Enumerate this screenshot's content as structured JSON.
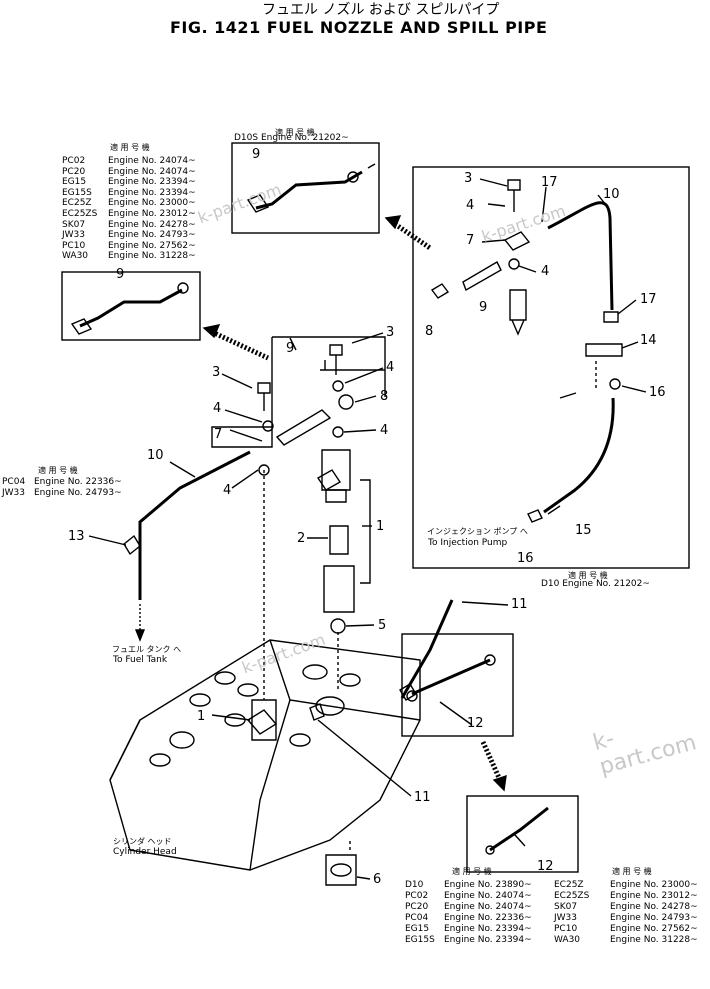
{
  "header": {
    "title_jp": "フュエル ノズル および スピルパイプ",
    "title": "FIG. 1421  FUEL NOZZLE AND SPILL PIPE"
  },
  "applicability_heading": "適 用 号 機",
  "top_center": {
    "engine": "D10S  Engine No. 21202~",
    "part": "9"
  },
  "left_list": [
    {
      "model": "PC02",
      "engine": "Engine No. 24074~"
    },
    {
      "model": "PC20",
      "engine": "Engine No. 24074~"
    },
    {
      "model": "EG15",
      "engine": "Engine No. 23394~"
    },
    {
      "model": "EG15S",
      "engine": "Engine No. 23394~"
    },
    {
      "model": "EC25Z",
      "engine": "Engine No. 23000~"
    },
    {
      "model": "EC25ZS",
      "engine": "Engine No. 23012~"
    },
    {
      "model": "SK07",
      "engine": "Engine No. 24278~"
    },
    {
      "model": "JW33",
      "engine": "Engine No. 24793~"
    },
    {
      "model": "PC10",
      "engine": "Engine No. 27562~"
    },
    {
      "model": "WA30",
      "engine": "Engine No. 31228~"
    }
  ],
  "mid_left": [
    {
      "model": "PC04",
      "engine": "Engine No. 22336~"
    },
    {
      "model": "JW33",
      "engine": "Engine No. 24793~"
    }
  ],
  "right_box_footer": "D10 Engine No. 21202~",
  "labels": {
    "fuel_tank_jp": "フュエル タンク へ",
    "fuel_tank": "To Fuel Tank",
    "inj_pump_jp": "インジェクション ポンプ へ",
    "inj_pump": "To Injection Pump",
    "cyl_head_jp": "シリンダ ヘッド",
    "cyl_head": "Cylinder Head"
  },
  "callouts": {
    "c1": "1",
    "c2": "2",
    "c3": "3",
    "c4": "4",
    "c5": "5",
    "c6": "6",
    "c7": "7",
    "c8": "8",
    "c9": "9",
    "c10": "10",
    "c11": "11",
    "c12": "12",
    "c13": "13",
    "c14": "14",
    "c15": "15",
    "c16": "16",
    "c17": "17"
  },
  "bottom_list": [
    {
      "m1": "D10",
      "e1": "Engine No. 23890~",
      "m2": "EC25Z",
      "e2": "Engine No. 23000~"
    },
    {
      "m1": "PC02",
      "e1": "Engine No. 24074~",
      "m2": "EC25ZS",
      "e2": "Engine No. 23012~"
    },
    {
      "m1": "PC20",
      "e1": "Engine No. 24074~",
      "m2": "SK07",
      "e2": "Engine No. 24278~"
    },
    {
      "m1": "PC04",
      "e1": "Engine No. 22336~",
      "m2": "JW33",
      "e2": "Engine No. 24793~"
    },
    {
      "m1": "EG15",
      "e1": "Engine No. 23394~",
      "m2": "PC10",
      "e2": "Engine No. 27562~"
    },
    {
      "m1": "EG15S",
      "e1": "Engine No. 23394~",
      "m2": "WA30",
      "e2": "Engine No. 31228~"
    }
  ],
  "watermark": "k-part.com",
  "colors": {
    "ink": "#000000",
    "watermark": "#c8c8c8"
  }
}
